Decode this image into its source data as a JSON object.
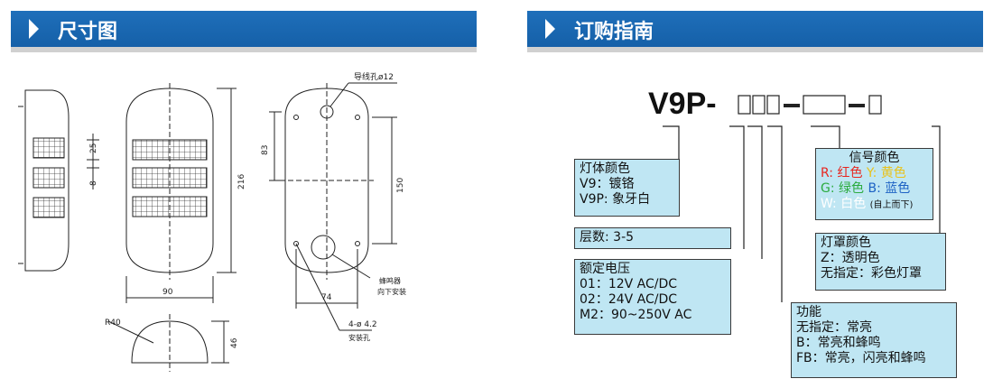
{
  "sections": {
    "dimensions_title": "尺寸图",
    "ordering_title": "订购指南"
  },
  "drawing": {
    "dim_25": "25",
    "dim_8": "8",
    "dim_216": "216",
    "dim_90": "90",
    "dim_83": "83",
    "dim_150": "150",
    "dim_74": "74",
    "dim_46": "46",
    "radius": "R40",
    "wire_hole": "导线孔ø12",
    "buzzer": "蜂鸣器",
    "buzzer_mount": "向下安装",
    "mount_holes": "4-ø 4.2",
    "mount_holes_label": "安装孔"
  },
  "model": {
    "prefix": "V9P",
    "sep1": "-",
    "sep2": "-",
    "sep3": "-"
  },
  "boxes": {
    "body_color": {
      "title": "灯体颜色",
      "l1": "V9：镀铬",
      "l2": "V9P: 象牙白"
    },
    "layers": {
      "title": "层数: 3-5"
    },
    "voltage": {
      "title": "额定电压",
      "l1": "01：12V AC/DC",
      "l2": "02：24V AC/DC",
      "l3": "M2：90~250V AC"
    },
    "signal_color": {
      "title": "信号颜色",
      "r": "R: 红色",
      "y": "Y: 黄色",
      "g": "G: 绿色",
      "b": "B: 蓝色",
      "w": "W: 白色",
      "w_note": "(自上而下)",
      "colors": {
        "r": "#e8251f",
        "y": "#e9c21a",
        "g": "#2bab3f",
        "b": "#1d62c4",
        "w": "#ffffff"
      }
    },
    "cover_color": {
      "title": "灯罩颜色",
      "l1": "Z：透明色",
      "l2": "无指定：彩色灯罩"
    },
    "function": {
      "title": "功能",
      "l1": "无指定：常亮",
      "l2": "B：常亮和蜂鸣",
      "l3": "FB：常亮，闪亮和蜂鸣"
    }
  }
}
